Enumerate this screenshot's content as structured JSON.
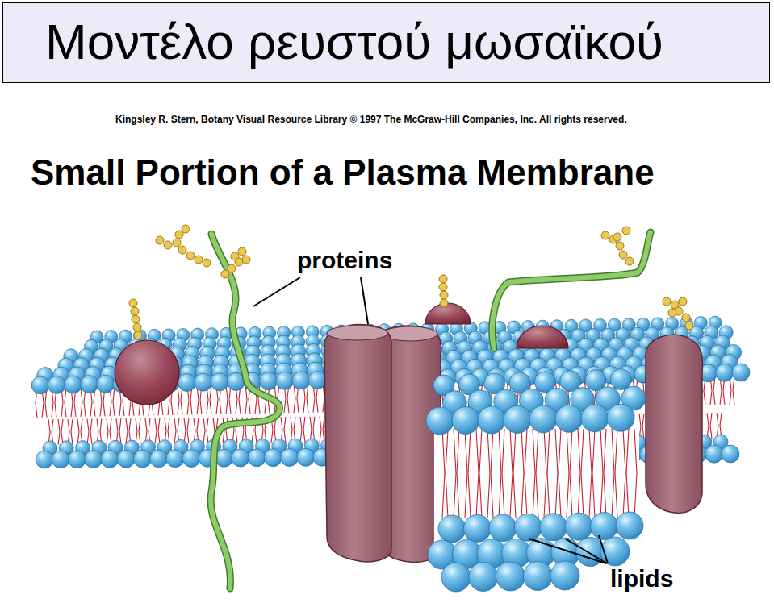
{
  "diagram": {
    "title": "Μοντέλο ρευστού μωσαϊκού",
    "labels": [
      "Kingsley R. Stern, Botany Visual Resource Library © 1997 The McGraw-Hill Companies, Inc. All rights reserved.",
      "Small Portion of a Plasma Membrane",
      "proteins",
      "lipids"
    ]
  }
}
